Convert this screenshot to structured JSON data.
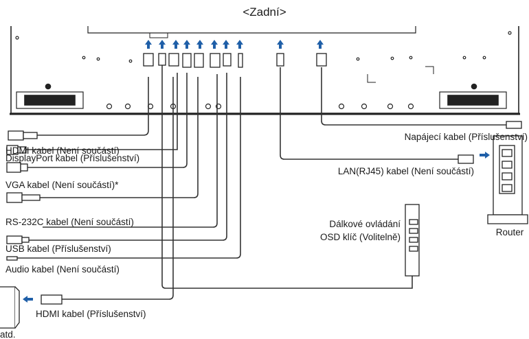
{
  "title": "<Zadní>",
  "cables_left": [
    {
      "label": "HDMI kabel (Není součástí)",
      "connector": "hdmi-plug-icon"
    },
    {
      "label": "DisplayPort kabel (Příslušenství)",
      "connector": "displayport-plug-icon"
    },
    {
      "label": "VGA kabel (Není součástí)*",
      "connector": "vga-plug-icon"
    },
    {
      "label": "RS-232C kabel (Není součástí)",
      "connector": "rs232c-plug-icon"
    },
    {
      "label": "USB kabel (Příslušenství)",
      "connector": "usb-plug-icon"
    },
    {
      "label": "Audio kabel (Není součástí)",
      "connector": "audio-plug-icon"
    }
  ],
  "hdmi_out_label": "HDMI kabel (Příslušenství)",
  "hdmi_out_device_label": "atd.",
  "power_label": "Napájecí kabel (Příslušenství)",
  "lan_label": "LAN(RJ45) kabel (Není součástí)",
  "router_label": "Router",
  "remote_label_line1": "Dálkové ovládání",
  "remote_label_line2": "OSD klíč (Volitelně)",
  "colors": {
    "arrow": "#1f5fa8",
    "line": "#333333"
  }
}
